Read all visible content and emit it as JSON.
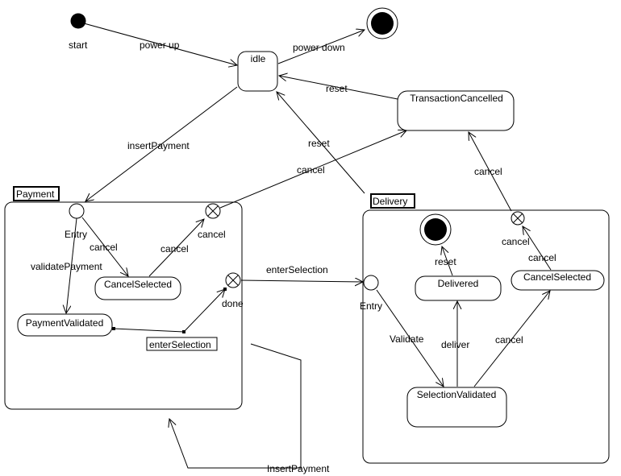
{
  "diagram": {
    "type": "uml-state-machine",
    "colors": {
      "stroke": "#000000",
      "fill": "#ffffff"
    },
    "pseudostates": {
      "start": {
        "label": "start"
      },
      "final_top": {
        "label": ""
      }
    },
    "states": {
      "idle": {
        "label": "idle"
      },
      "transaction_cancelled": {
        "label": "TransactionCancelled"
      }
    },
    "composites": {
      "payment": {
        "label": "Payment",
        "entry_label": "Entry",
        "exit_cancel_label": "cancel",
        "exit_done_label": "done",
        "states": {
          "cancel_selected": {
            "label": "CancelSelected"
          },
          "payment_validated": {
            "label": "PaymentValidated"
          }
        },
        "note": "enterSelection"
      },
      "delivery": {
        "label": "Delivery",
        "entry_label": "Entry",
        "exit_cancel_label": "cancel",
        "states": {
          "delivered": {
            "label": "Delivered"
          },
          "cancel_selected": {
            "label": "CancelSelected"
          },
          "selection_validated": {
            "label": "SelectionValidated"
          }
        }
      }
    },
    "transitions": {
      "power_up": "power up",
      "power_down": "power down",
      "reset_tc": "reset",
      "insert_payment": "insertPayment",
      "reset_delivery": "reset",
      "cancel_payment": "cancel",
      "cancel_delivery": "cancel",
      "p_cancel_1": "cancel",
      "p_cancel_2": "cancel",
      "validate_payment": "validatePayment",
      "enter_selection": "enterSelection",
      "d_reset": "reset",
      "d_cancel_up": "cancel",
      "d_validate": "Validate",
      "d_deliver": "deliver",
      "d_cancel": "cancel",
      "insert_payment_loop": "InsertPayment"
    }
  }
}
